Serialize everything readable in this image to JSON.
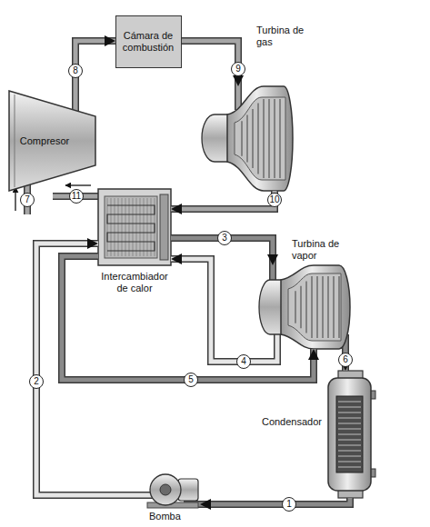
{
  "diagram": {
    "nodes": [
      {
        "text": [
          "Cámara de combustión"
        ]
      },
      {
        "text": [
          "Turbina de gas"
        ]
      },
      {
        "text": [
          "Compresor"
        ]
      },
      {
        "text": [
          "Intercambiador de calor"
        ]
      },
      {
        "text": [
          "Turbina de vapor"
        ]
      },
      {
        "text": [
          "Condensador"
        ]
      },
      {
        "text": [
          "Bomba"
        ]
      }
    ],
    "edges": [
      {
        "from": 2,
        "to": 0,
        "label": "8",
        "arrow": "to"
      },
      {
        "from": 0,
        "to": 1,
        "label": "9",
        "arrow": "to"
      },
      {
        "from": 1,
        "to": 3,
        "label": "10",
        "arrow": "to"
      },
      {
        "from": 3,
        "to": 4,
        "label": "3",
        "arrow": "to"
      },
      {
        "from": 4,
        "to": 3,
        "label": "4",
        "arrow": "to"
      },
      {
        "from": 3,
        "to": 4,
        "label": "5",
        "arrow": "to"
      },
      {
        "from": 4,
        "to": 5,
        "label": "6",
        "arrow": "to"
      },
      {
        "from": 5,
        "to": 6,
        "label": "1",
        "arrow": "to"
      },
      {
        "from": 6,
        "to": 3,
        "label": "2",
        "arrow": "to"
      }
    ],
    "labels": [
      "7",
      "11"
    ]
  }
}
